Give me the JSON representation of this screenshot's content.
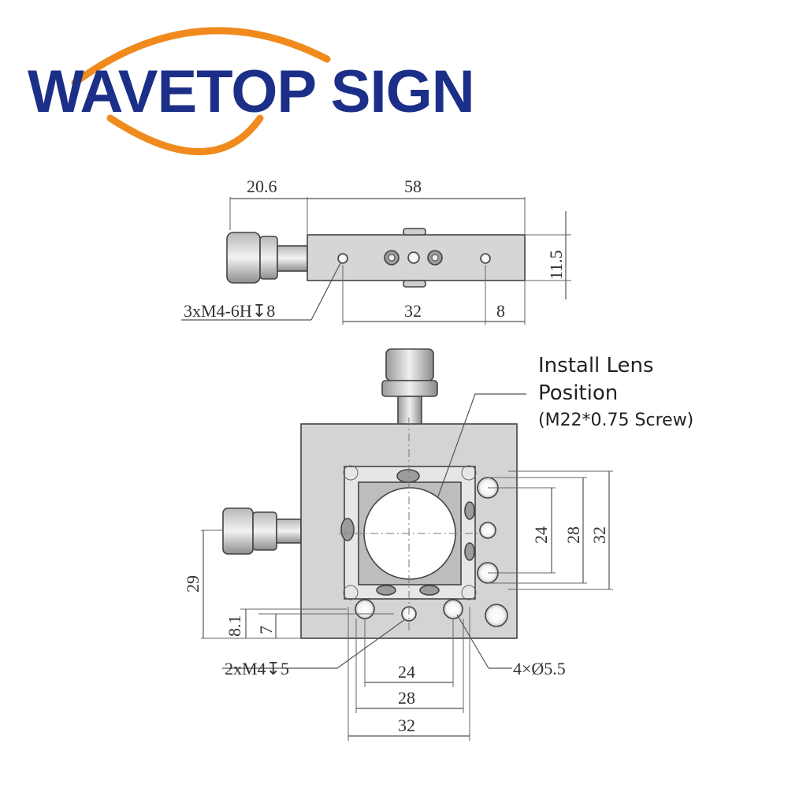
{
  "logo": {
    "text": "WAVETOP SIGN",
    "arc_color": "#f08a1c",
    "text_color": "#1c2f88"
  },
  "top_view": {
    "dims": {
      "left_width": "20.6",
      "body_width": "58",
      "height": "11.5",
      "hole_spacing": "32",
      "edge_offset": "8"
    },
    "callout": "3xM4-6H↧8"
  },
  "front_view": {
    "dims": {
      "height_29": "29",
      "offset_8_1": "8.1",
      "offset_7": "7",
      "right_24": "24",
      "right_28": "28",
      "right_32": "32",
      "bottom_24": "24",
      "bottom_28": "28",
      "bottom_32": "32"
    },
    "callout_left": "2xM4↧5",
    "callout_right": "4×Ø5.5",
    "lens_note": {
      "line1": "Install Lens",
      "line2": "Position",
      "line3": "(M22*0.75 Screw)"
    }
  },
  "colors": {
    "body_fill": "#d9d9d9",
    "line": "#555555"
  }
}
